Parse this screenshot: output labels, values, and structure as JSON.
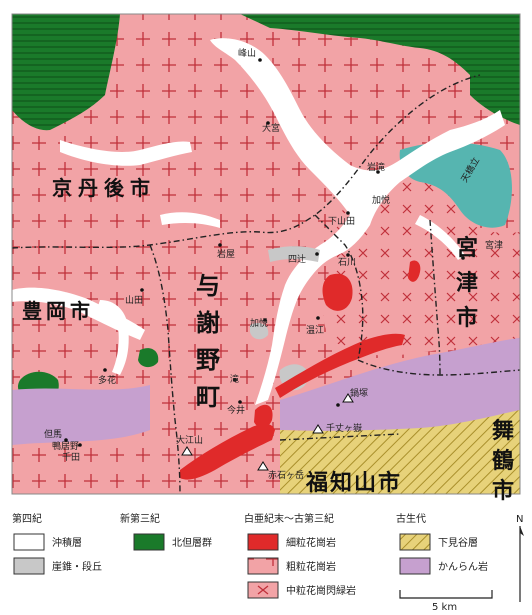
{
  "map": {
    "cities": [
      {
        "id": "kyotango",
        "label": "京丹後市"
      },
      {
        "id": "toyooka",
        "label": "豊岡市"
      },
      {
        "id": "yosano",
        "label": "与謝野町"
      },
      {
        "id": "miyazu",
        "label": "宮津市"
      },
      {
        "id": "fukuchiyama",
        "label": "福知山市"
      },
      {
        "id": "maizuru",
        "label": "舞鶴市"
      }
    ],
    "places": [
      {
        "id": "mineyama",
        "label": "峰山"
      },
      {
        "id": "omiya",
        "label": "大宮"
      },
      {
        "id": "iwataki",
        "label": "岩滝"
      },
      {
        "id": "amanohashidate",
        "label": "天橋立"
      },
      {
        "id": "kaya",
        "label": "加悦"
      },
      {
        "id": "miyazu-pt",
        "label": "宮津"
      },
      {
        "id": "iwaya",
        "label": "岩屋"
      },
      {
        "id": "yamada",
        "label": "山田"
      },
      {
        "id": "shimoyamada",
        "label": "下山田"
      },
      {
        "id": "shitsu",
        "label": "四辻"
      },
      {
        "id": "ishikawa",
        "label": "石川"
      },
      {
        "id": "kayachiku",
        "label": "加悦"
      },
      {
        "id": "fukuyoshi",
        "label": "温江"
      },
      {
        "id": "taki",
        "label": "滝"
      },
      {
        "id": "imazu",
        "label": "今井"
      },
      {
        "id": "tagoe",
        "label": "多花"
      },
      {
        "id": "oeyama",
        "label": "大江山"
      },
      {
        "id": "tatsunotoge",
        "label": "鍋塚"
      },
      {
        "id": "sengamine",
        "label": "千丈ヶ嶽"
      },
      {
        "id": "akaishi",
        "label": "赤石ヶ岳"
      },
      {
        "id": "tajima",
        "label": "但馬"
      },
      {
        "id": "senda",
        "label": "千田"
      },
      {
        "id": "yanagawa",
        "label": "鴨居野"
      }
    ]
  },
  "legend": {
    "groups": [
      {
        "heading": "第四紀",
        "items": [
          {
            "label": "沖積層",
            "color": "#ffffff"
          },
          {
            "label": "崖錐・段丘",
            "color": "#c8c8c8"
          }
        ]
      },
      {
        "heading": "新第三紀",
        "items": [
          {
            "label": "北但層群",
            "color": "#1a7a2a"
          }
        ]
      },
      {
        "heading": "白亜紀末～古第三紀",
        "items": [
          {
            "label": "細粒花崗岩",
            "color": "#e02a2a"
          },
          {
            "label": "粗粒花崗岩",
            "color": "#f2a3a6"
          },
          {
            "label": "中粒花崗閃緑岩",
            "color": "#f2a3a6"
          }
        ]
      },
      {
        "heading": "古生代",
        "items": [
          {
            "label": "下見谷層",
            "color": "#e7d27a"
          },
          {
            "label": "かんらん岩",
            "color": "#c6a0cf"
          }
        ]
      }
    ],
    "scale_label": "5 km",
    "north_label": "N"
  },
  "colors": {
    "granite": "#f2a3a6",
    "fine_granite": "#e02a2a",
    "green": "#1a7a2a",
    "teal": "#56b5b0",
    "purple": "#c6a0cf",
    "yellow": "#e7d27a",
    "alluvium": "#ffffff",
    "terrace": "#c8c8c8"
  }
}
